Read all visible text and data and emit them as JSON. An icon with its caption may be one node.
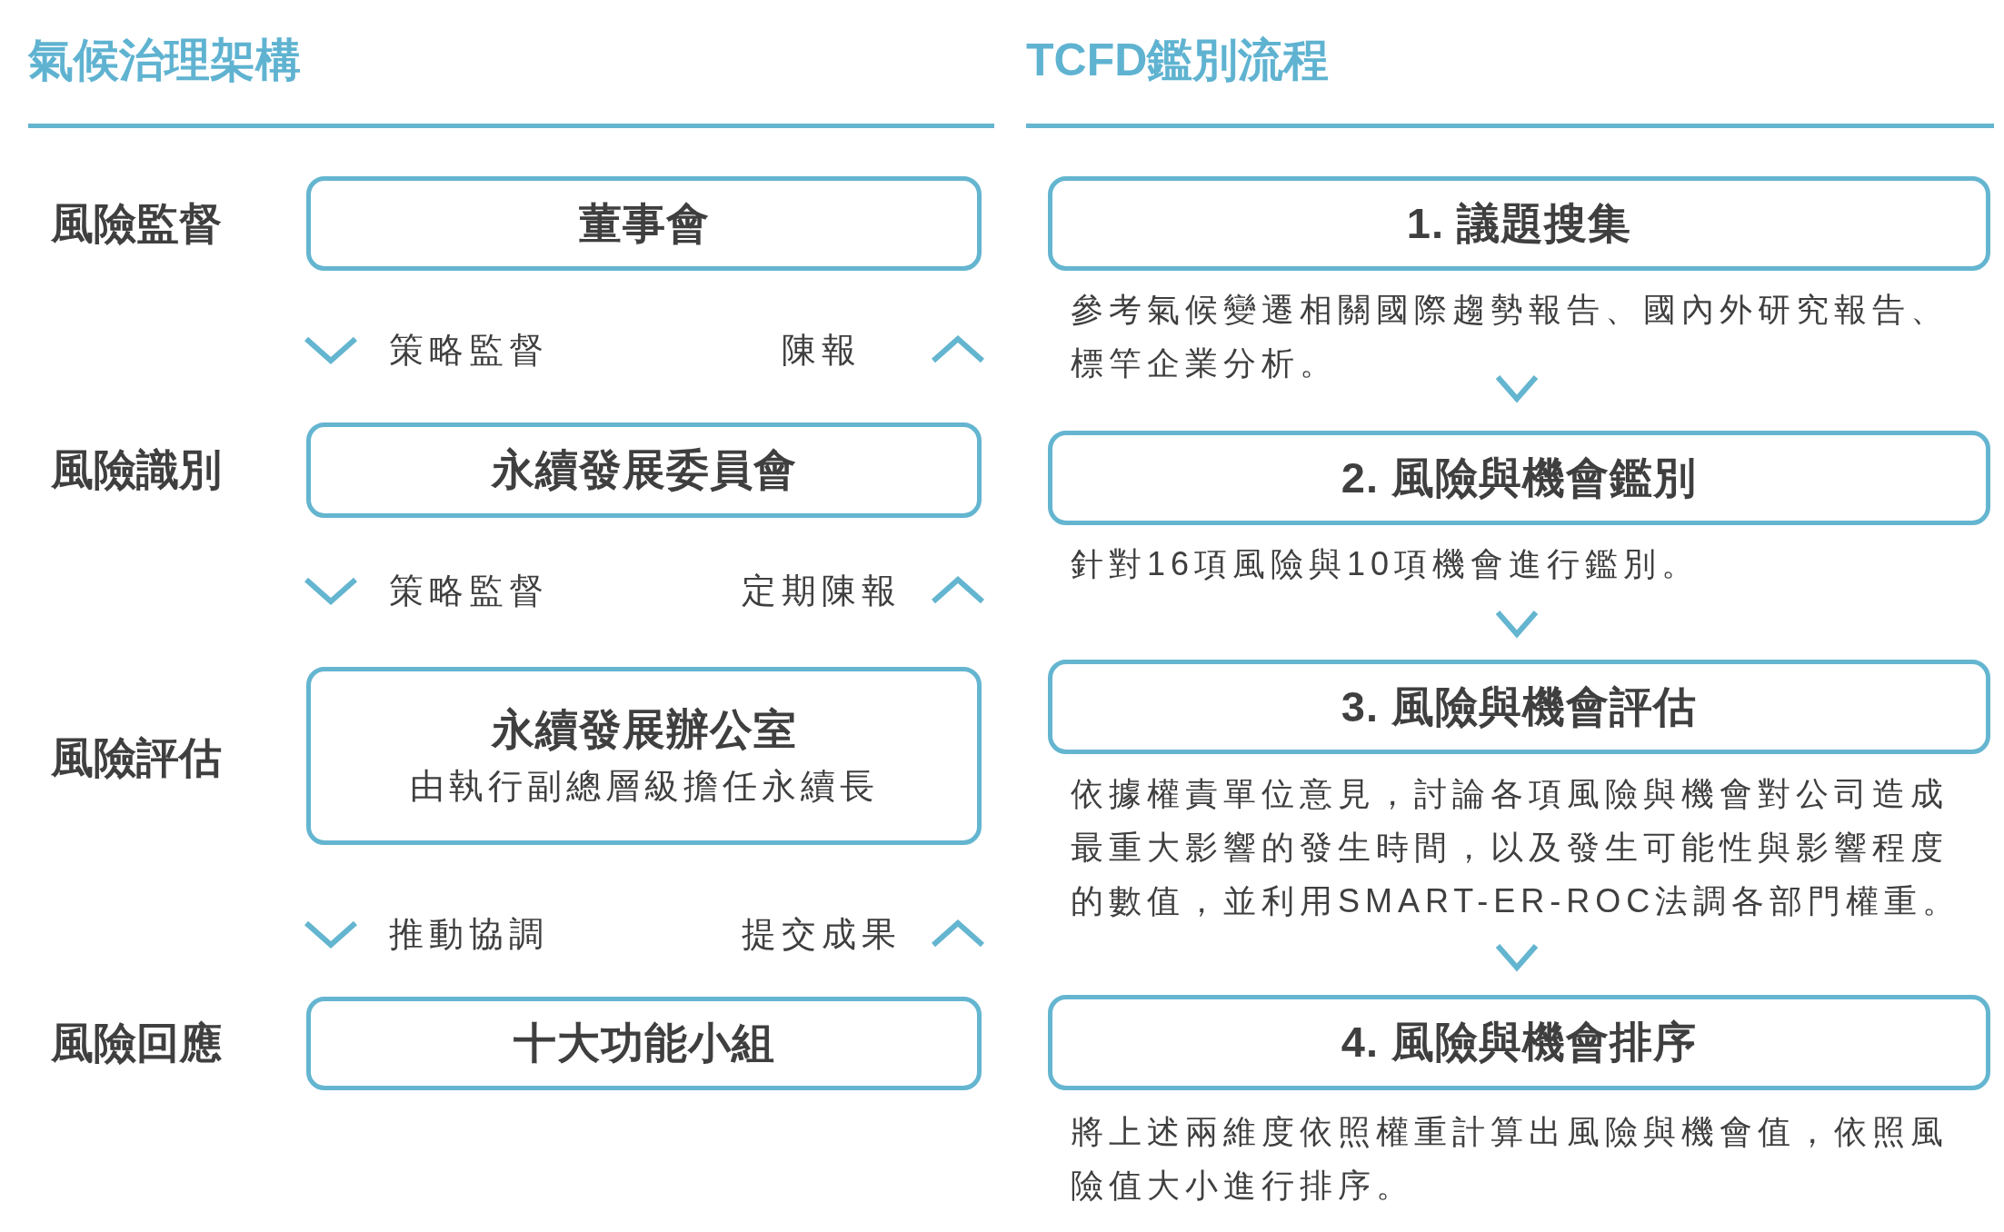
{
  "diagram": {
    "nodes": [
      {
        "text": [
          "董事會"
        ],
        "beside": [
          "風險監督"
        ]
      },
      {
        "text": [
          "永續發展委員會"
        ],
        "beside": [
          "風險識別"
        ]
      },
      {
        "text": [
          "永續發展辦公室",
          "由執行副總層級擔任永續長"
        ],
        "beside": [
          "風險評估"
        ]
      },
      {
        "text": [
          "十大功能小組"
        ],
        "beside": [
          "風險回應"
        ]
      },
      {
        "text": [
          "1. 議題搜集"
        ],
        "beside": [
          "參考氣候變遷相關國際趨勢報告、國內外研究報告、標竿企業分析。"
        ]
      },
      {
        "text": [
          "2. 風險與機會鑑別"
        ],
        "beside": [
          "針對16項風險與10項機會進行鑑別。"
        ]
      },
      {
        "text": [
          "3. 風險與機會評估"
        ],
        "beside": [
          "依據權責單位意見，討論各項風險與機會對公司造成最重大影響的發生時間，以及發生可能性與影響程度的數值，並利用SMART-ER-ROC法調各部門權重。"
        ]
      },
      {
        "text": [
          "4. 風險與機會排序"
        ],
        "beside": [
          "將上述兩維度依照權重計算出風險與機會值，依照風險值大小進行排序。"
        ]
      }
    ],
    "edges": [
      {
        "from": 0,
        "to": 1,
        "arrow": "to",
        "label": "策略監督"
      },
      {
        "from": 1,
        "to": 0,
        "arrow": "to",
        "label": "陳報"
      },
      {
        "from": 1,
        "to": 2,
        "arrow": "to",
        "label": "策略監督"
      },
      {
        "from": 2,
        "to": 1,
        "arrow": "to",
        "label": "定期陳報"
      },
      {
        "from": 2,
        "to": 3,
        "arrow": "to",
        "label": "推動協調"
      },
      {
        "from": 3,
        "to": 2,
        "arrow": "to",
        "label": "提交成果"
      },
      {
        "from": 4,
        "to": 5,
        "arrow": "to"
      },
      {
        "from": 5,
        "to": 6,
        "arrow": "to"
      },
      {
        "from": 6,
        "to": 7,
        "arrow": "to"
      }
    ],
    "labels": [
      "氣候治理架構",
      "TCFD鑑別流程"
    ]
  }
}
